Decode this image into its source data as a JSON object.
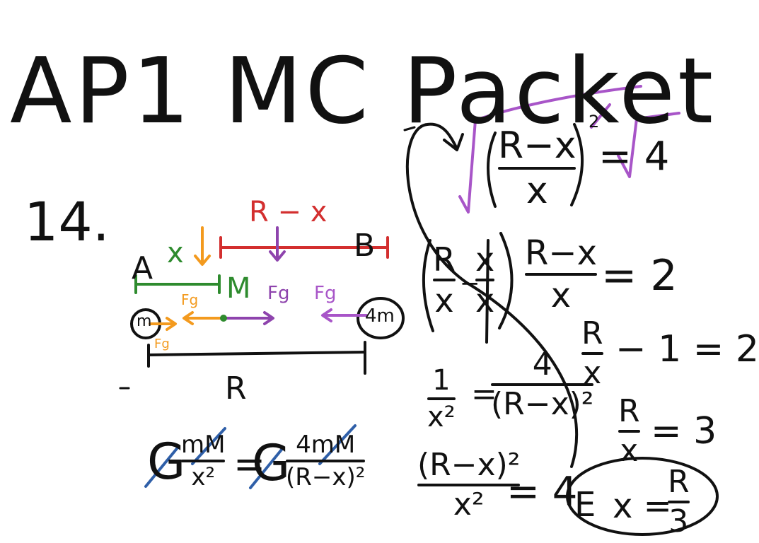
{
  "title": "AP1 MC Packet",
  "problem_number": "14.",
  "colors": {
    "ink": "#111111",
    "red": "#d32f2f",
    "green": "#2e8b2e",
    "orange": "#f39a1e",
    "purple": "#8e44ad",
    "violet": "#a855c8",
    "blue": "#2f5fa8"
  },
  "diagram": {
    "label_a": "A",
    "label_b": "B",
    "label_x": "x",
    "label_r_minus_x": "R − x",
    "label_M": "M",
    "label_R": "R",
    "mass_left": "m",
    "mass_right": "4m",
    "force_left": "Fg",
    "force_right_purple": "Fg",
    "force_far": "Fg",
    "force_below": "Fg"
  },
  "equation": {
    "G": "G",
    "lhs_num": "mM",
    "lhs_den": "x²",
    "equals": "=",
    "rhs_num": "4mM",
    "rhs_den": "(R−x)²"
  },
  "steps": {
    "inv_num": "1",
    "inv_den": "x²",
    "inv_rhs_num": "4",
    "inv_rhs_den": "(R−x)²",
    "sq_num": "(R−x)²",
    "sq_den": "x²",
    "sq_rhs": "= 4",
    "root_num": "R−x",
    "root_den": "x",
    "root_exp": "2",
    "root_rhs": "= 4",
    "split_a_num": "R",
    "split_a_den": "x",
    "split_minus": "−",
    "split_b_num": "x",
    "split_b_den": "x",
    "step2_num": "R−x",
    "step2_den": "x",
    "step2_rhs": "= 2",
    "step3_num": "R",
    "step3_den": "x",
    "step3_rhs": "− 1 = 2",
    "step4_num": "R",
    "step4_den": "x",
    "step4_rhs": "= 3",
    "answer_letter": "E",
    "answer_lhs": "x =",
    "answer_num": "R",
    "answer_den": "3"
  }
}
